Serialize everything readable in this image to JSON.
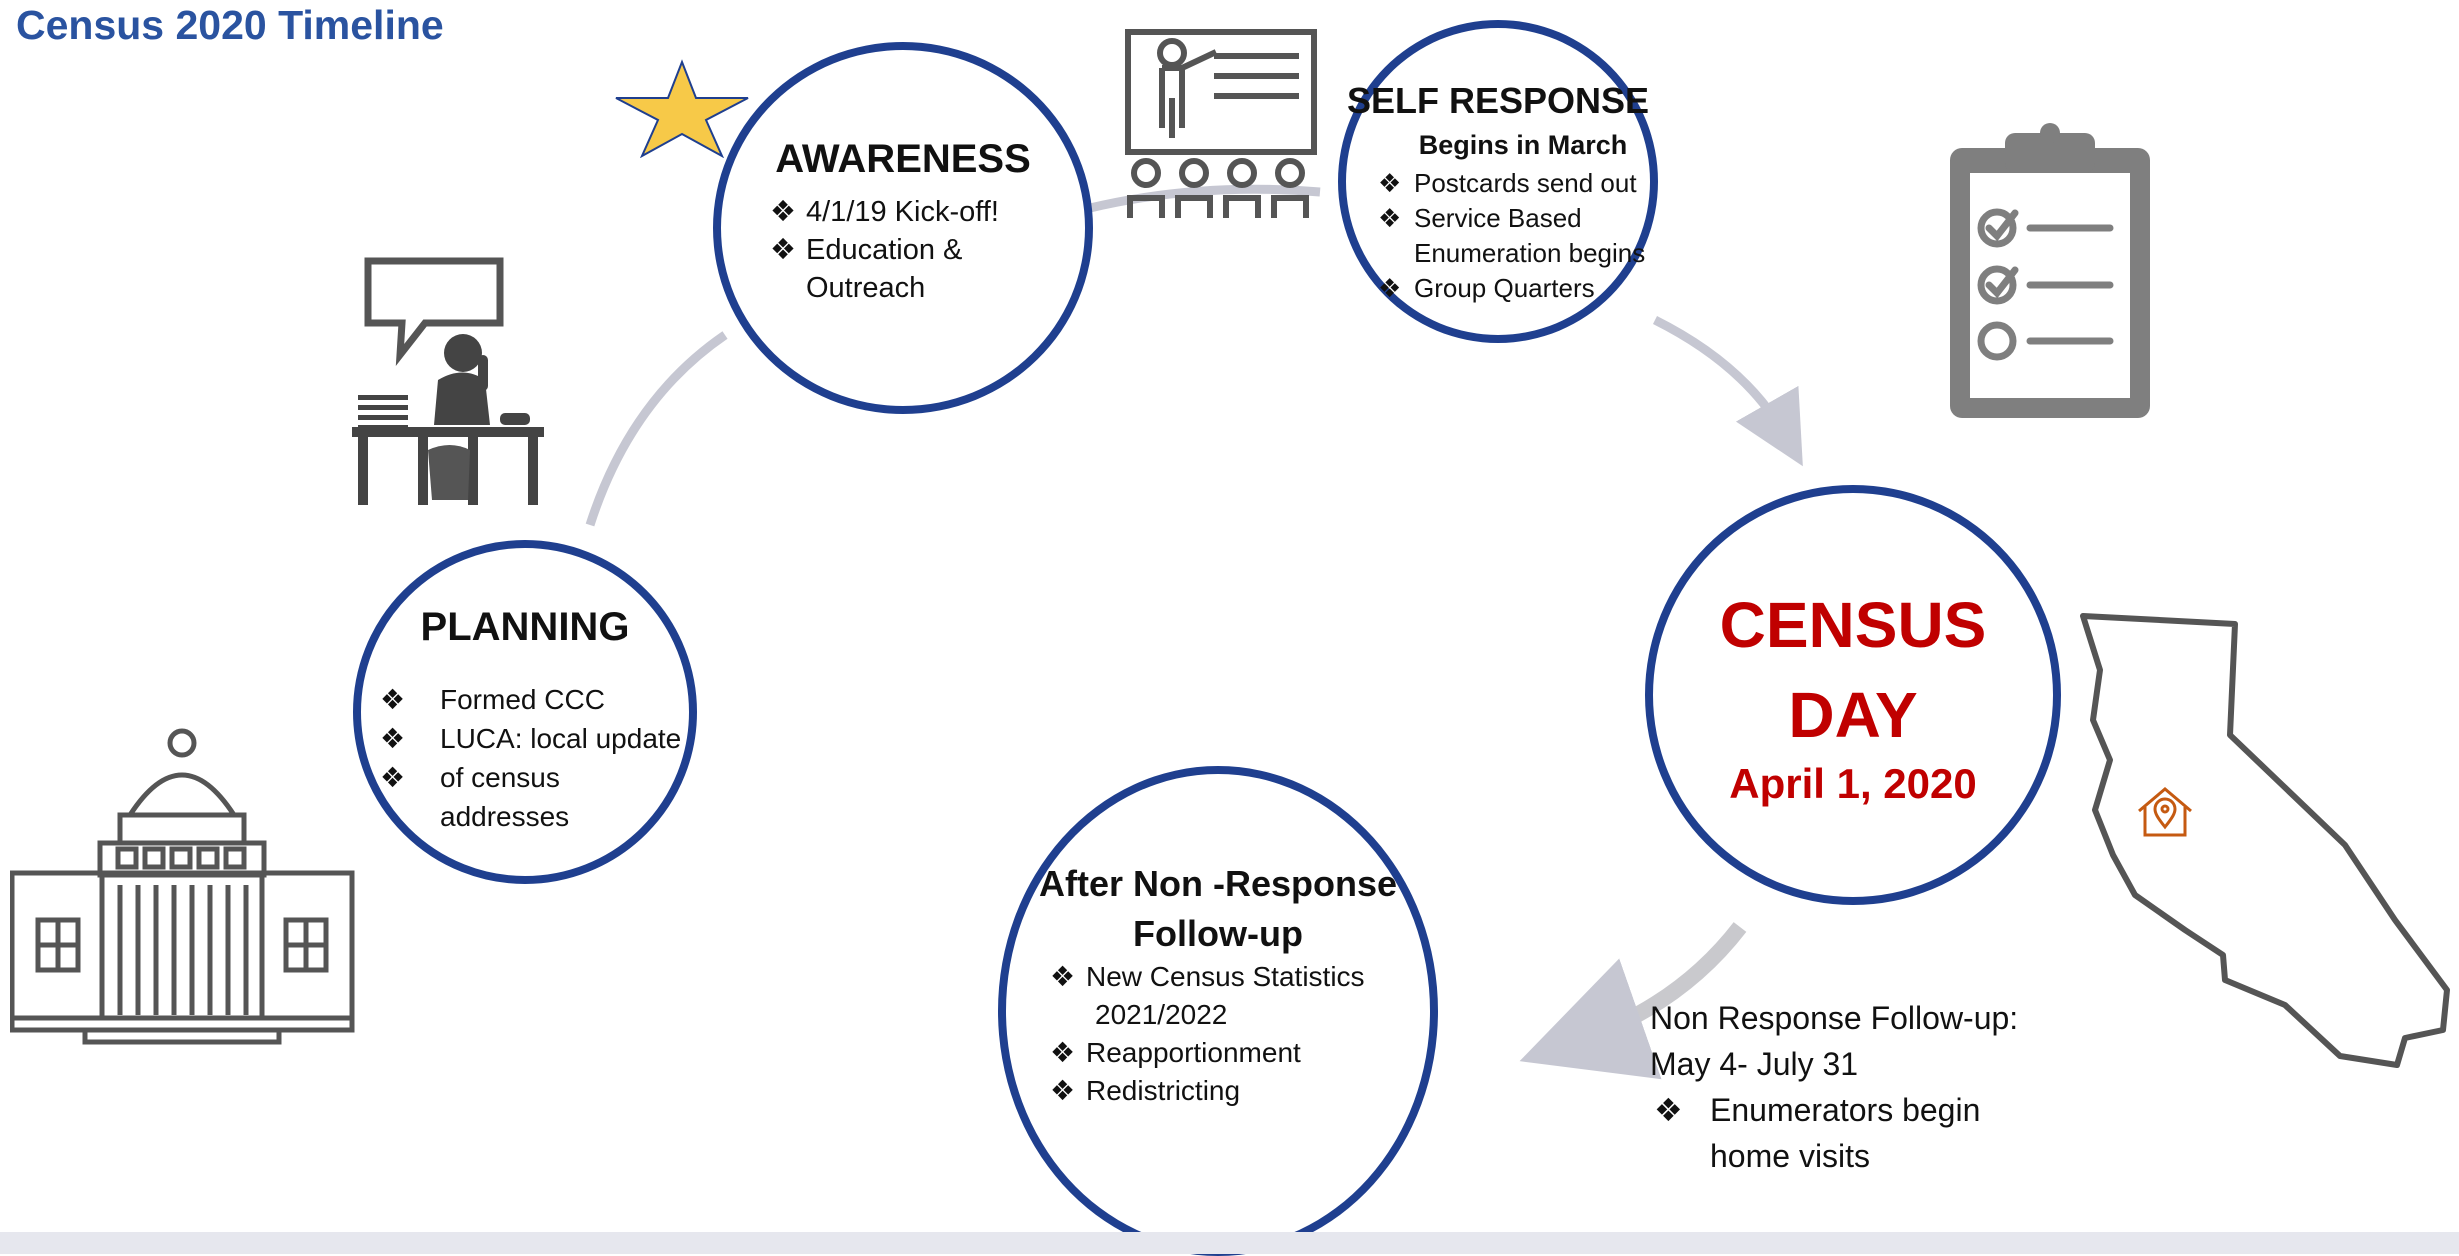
{
  "title": "Census 2020 Timeline",
  "bullet": "❖",
  "colors": {
    "title": "#2a53a0",
    "ring": "#1f3f8f",
    "census_day": "#c00000",
    "connector": "#c6c7d2",
    "icon": "#555555",
    "pin": "#c55a11"
  },
  "planning": {
    "title": "PLANNING",
    "items": [
      "Formed CCC",
      "LUCA: local update",
      "of census",
      "addresses"
    ]
  },
  "awareness": {
    "title": "AWARENESS",
    "items": [
      "4/1/19 Kick-off!",
      "Education &",
      "Outreach"
    ]
  },
  "self_response": {
    "title": "SELF RESPONSE",
    "subtitle": "Begins in March",
    "items": [
      "Postcards send out",
      "Service Based",
      "Enumeration begins",
      "Group Quarters"
    ]
  },
  "census_day": {
    "line1": "CENSUS",
    "line2": "DAY",
    "date": "April 1, 2020"
  },
  "after_nrfu": {
    "title_line1": "After Non -Response",
    "title_line2": "Follow-up",
    "items": [
      "New Census Statistics",
      "2021/2022",
      "Reapportionment",
      "Redistricting"
    ]
  },
  "nrfu_note": {
    "line1": "Non Response Follow-up:",
    "line2": "May 4- July 31",
    "item_line1": "Enumerators begin",
    "item_line2": "home visits"
  },
  "icons": [
    "star-icon",
    "person-at-desk-icon",
    "presentation-icon",
    "clipboard-checklist-icon",
    "capitol-building-icon",
    "california-map-icon",
    "home-location-pin-icon"
  ]
}
